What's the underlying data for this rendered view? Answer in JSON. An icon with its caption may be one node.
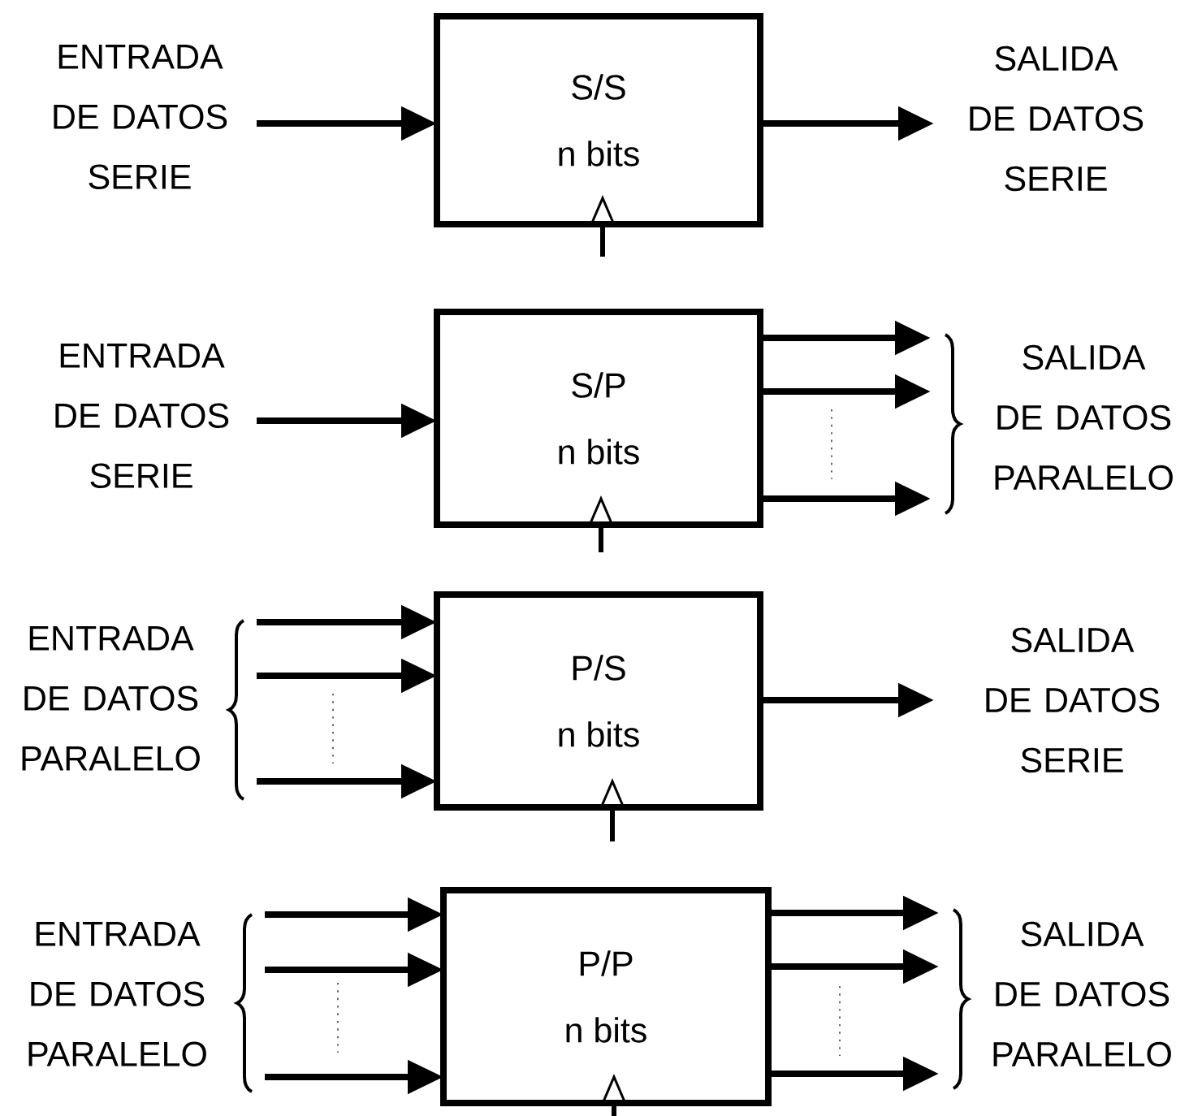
{
  "diagram": {
    "nodes": [
      {
        "text": [
          "ENTRADA DE DATOS SERIE"
        ]
      },
      {
        "text": [
          "S/S",
          "n bits"
        ]
      },
      {
        "text": [
          "SALIDA DE DATOS SERIE"
        ]
      },
      {
        "text": [
          "ENTRADA DE DATOS SERIE"
        ]
      },
      {
        "text": [
          "S/P",
          "n bits"
        ]
      },
      {
        "text": [
          "SALIDA DE DATOS PARALELO"
        ]
      },
      {
        "text": [
          "ENTRADA DE DATOS PARALELO"
        ]
      },
      {
        "text": [
          "P/S",
          "n bits"
        ]
      },
      {
        "text": [
          "SALIDA DE DATOS SERIE"
        ]
      },
      {
        "text": [
          "ENTRADA DE DATOS PARALELO"
        ]
      },
      {
        "text": [
          "P/P",
          "n bits"
        ]
      },
      {
        "text": [
          "SALIDA DE DATOS PARALELO"
        ]
      }
    ],
    "edges": [
      {
        "from": 0,
        "to": 1,
        "arrow": "to"
      },
      {
        "from": 1,
        "to": 2,
        "arrow": "to"
      },
      {
        "from": null,
        "to": 1,
        "arrow": "to"
      },
      {
        "from": 3,
        "to": 4,
        "arrow": "to"
      },
      {
        "from": 4,
        "to": 5,
        "arrow": "to"
      },
      {
        "from": 4,
        "to": 5,
        "arrow": "to"
      },
      {
        "from": 4,
        "to": 5,
        "arrow": "to"
      },
      {
        "from": null,
        "to": 4,
        "arrow": "to"
      },
      {
        "from": 6,
        "to": 7,
        "arrow": "to"
      },
      {
        "from": 6,
        "to": 7,
        "arrow": "to"
      },
      {
        "from": 6,
        "to": 7,
        "arrow": "to"
      },
      {
        "from": 7,
        "to": 8,
        "arrow": "to"
      },
      {
        "from": null,
        "to": 7,
        "arrow": "to"
      },
      {
        "from": 9,
        "to": 10,
        "arrow": "to"
      },
      {
        "from": 9,
        "to": 10,
        "arrow": "to"
      },
      {
        "from": 9,
        "to": 10,
        "arrow": "to"
      },
      {
        "from": 10,
        "to": 11,
        "arrow": "to"
      },
      {
        "from": 10,
        "to": 11,
        "arrow": "to"
      },
      {
        "from": 10,
        "to": 11,
        "arrow": "to"
      },
      {
        "from": null,
        "to": 10,
        "arrow": "to"
      }
    ]
  }
}
